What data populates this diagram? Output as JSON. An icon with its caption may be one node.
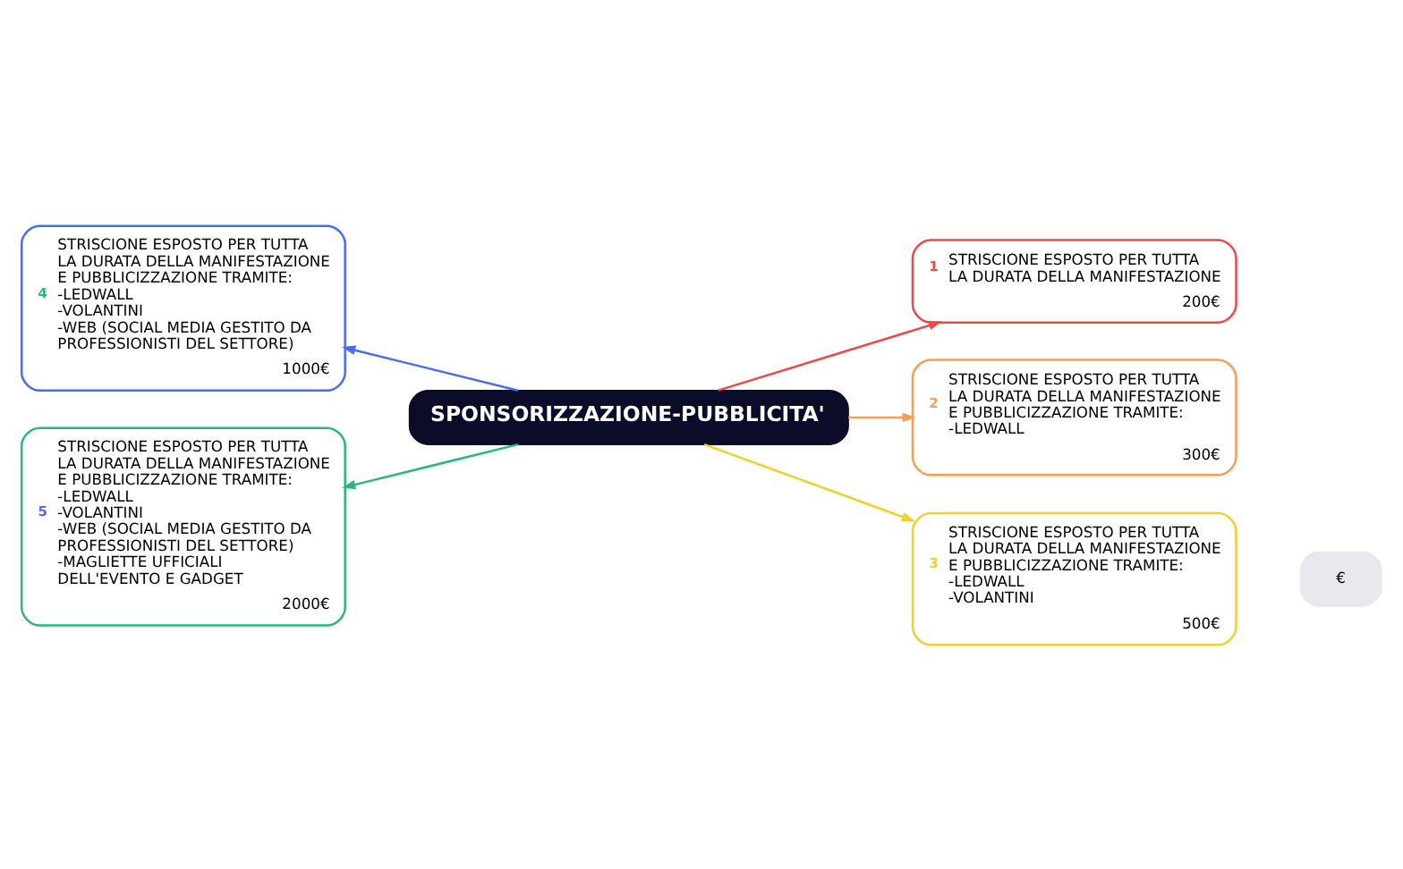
{
  "diagram": {
    "nodes": [
      {
        "text": [
          "SPONSORIZZAZIONE-PUBBLICITA'"
        ]
      },
      {
        "text": [
          "1",
          "STRISCIONE ESPOSTO PER TUTTA LA DURATA DELLA MANIFESTAZIONE",
          "200€"
        ]
      },
      {
        "text": [
          "2",
          "STRISCIONE ESPOSTO PER TUTTA LA DURATA DELLA MANIFESTAZIONE E PUBBLICIZZAZIONE TRAMITE: -LEDWALL",
          "300€"
        ]
      },
      {
        "text": [
          "3",
          "STRISCIONE ESPOSTO PER TUTTA LA DURATA DELLA MANIFESTAZIONE E PUBBLICIZZAZIONE TRAMITE: -LEDWALL -VOLANTINI",
          "500€"
        ]
      },
      {
        "text": [
          "4",
          "STRISCIONE ESPOSTO PER TUTTA LA DURATA DELLA MANIFESTAZIONE E PUBBLICIZZAZIONE TRAMITE: -LEDWALL -VOLANTINI -WEB (SOCIAL MEDIA GESTITO DA PROFESSIONISTI DEL SETTORE)",
          "1000€"
        ]
      },
      {
        "text": [
          "5",
          "STRISCIONE ESPOSTO PER TUTTA LA DURATA DELLA MANIFESTAZIONE E PUBBLICIZZAZIONE TRAMITE: -LEDWALL -VOLANTINI -WEB (SOCIAL MEDIA GESTITO DA PROFESSIONISTI DEL SETTORE) -MAGLIETTE UFFICIALI DELL'EVENTO E GADGET",
          "2000€"
        ]
      }
    ],
    "edges": [
      {
        "from": 0,
        "to": 1,
        "arrow": "to",
        "color": "#e94a4a"
      },
      {
        "from": 0,
        "to": 2,
        "arrow": "to",
        "color": "#f59e55"
      },
      {
        "from": 0,
        "to": 3,
        "arrow": "to",
        "color": "#f0cf30"
      },
      {
        "from": 0,
        "to": 4,
        "arrow": "to",
        "color": "#4a6cf0"
      },
      {
        "from": 0,
        "to": 5,
        "arrow": "to",
        "color": "#2bb57f"
      }
    ],
    "labels": [
      "€"
    ]
  }
}
